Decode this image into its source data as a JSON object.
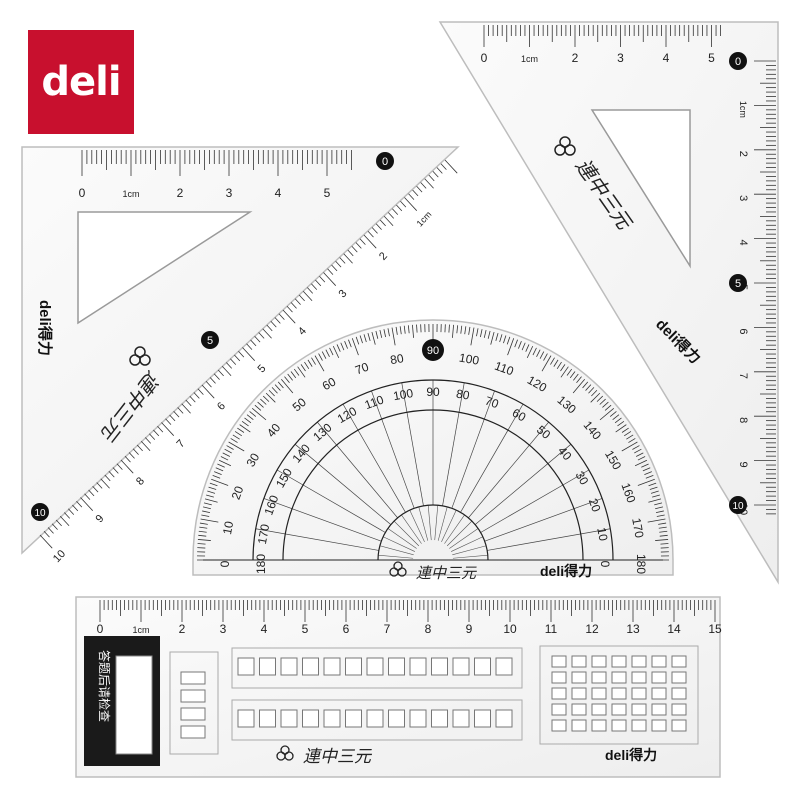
{
  "brand": {
    "logo_text": "deli",
    "brand_mark": "deli得力",
    "accent_color": "#c8102e"
  },
  "set_triangle_left": {
    "scale_labels": [
      "0",
      "1cm",
      "2",
      "3",
      "4",
      "5"
    ],
    "hyp_labels": [
      "1cm",
      "2",
      "3",
      "4",
      "5",
      "6",
      "7",
      "8",
      "9",
      "10"
    ],
    "motto": "連中三元",
    "badge_zero": "0",
    "badge_five": "5",
    "badge_ten": "10"
  },
  "set_triangle_right": {
    "scale_labels": [
      "0",
      "1cm",
      "2",
      "3",
      "4",
      "5"
    ],
    "side_labels": [
      "1cm",
      "2",
      "3",
      "4",
      "5",
      "6",
      "7",
      "8",
      "9",
      "10"
    ],
    "motto": "連中三元",
    "badge_zero": "0",
    "badge_five": "5",
    "badge_ten": "10"
  },
  "protractor": {
    "outer_labels": [
      "0",
      "10",
      "20",
      "30",
      "40",
      "50",
      "60",
      "70",
      "80",
      "90",
      "100",
      "110",
      "120",
      "130",
      "140",
      "150",
      "160",
      "170",
      "180"
    ],
    "inner_labels": [
      "180",
      "170",
      "160",
      "150",
      "140",
      "130",
      "120",
      "110",
      "100",
      "90",
      "80",
      "70",
      "60",
      "50",
      "40",
      "30",
      "20",
      "10",
      "0"
    ],
    "badge_ninety": "90",
    "motto": "連中三元"
  },
  "straight_ruler": {
    "labels": [
      "0",
      "1cm",
      "2",
      "3",
      "4",
      "5",
      "6",
      "7",
      "8",
      "9",
      "10",
      "11",
      "12",
      "13",
      "14",
      "15"
    ],
    "window_label": "答题后请检查",
    "motto": "連中三元"
  }
}
